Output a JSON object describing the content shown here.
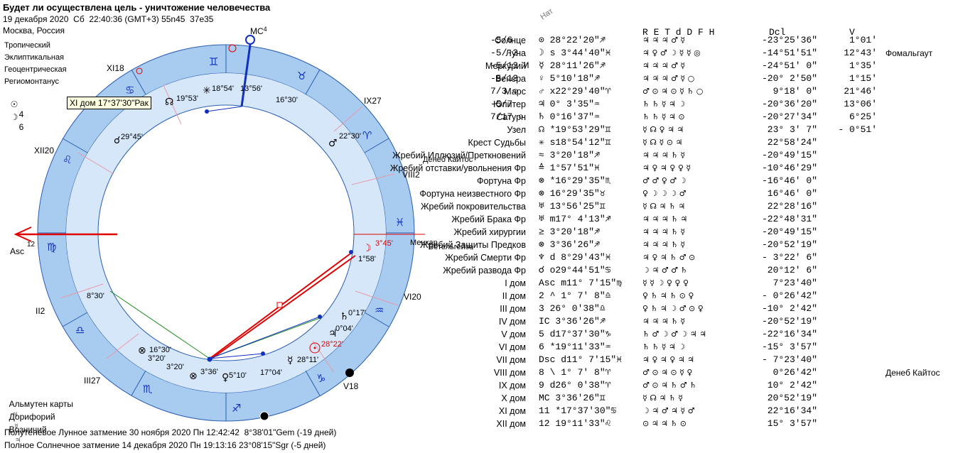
{
  "header": {
    "title": "Будет ли осуществлена цель - уничтожение человечества",
    "datetime": "19 декабря 2020  Сб  22:40:36 (GMT+3) 55n45  37e35",
    "place": "Москва, Россия"
  },
  "settings": [
    "Тропический",
    "Эклиптикальная",
    "Геоцентрическая",
    "Региомонтанус"
  ],
  "counts": [
    {
      "glyph": "☉",
      "value": "4"
    },
    {
      "glyph": "☽",
      "value": "6"
    }
  ],
  "tooltip": "XI дом 17°37'30\"Рак",
  "wheel": {
    "mc_label": "MC",
    "mc_sup": "4",
    "asc_label": "Asc",
    "asc_num": "12",
    "house_labels": [
      "XI18",
      "XII20",
      "II2",
      "III27",
      "IX27",
      "VIII2",
      "VI20",
      "V18"
    ],
    "inner_labels": [
      "19°53'",
      "18°54'",
      "13°56'",
      "16°30'",
      "22°30'",
      "29°45'",
      "8°30'",
      "3°45'",
      "1°58'",
      "0°17'",
      "0°04'",
      "28°22'",
      "28°11'",
      "17°04'",
      "5°10'",
      "3°36'",
      "3°20'",
      "3°20'",
      "16°30'"
    ],
    "stars": [
      "Денеб Кайтос",
      "Бетельгейзе",
      "Менкар"
    ]
  },
  "table": {
    "nat_label": "Нат",
    "col_headers": "R E T d D F H",
    "dcl_header": "Dcl",
    "v_header": "V",
    "rows": [
      {
        "name": "Солнце",
        "pos": "-5/6 ",
        "body": "⊙  28°22'20\"♐",
        "rulers": "♃ ♃  ♃ ♂ ☿",
        "dcl": "-23°25'36\"",
        "v": "1°01'",
        "extra": ""
      },
      {
        "name": "Луна",
        "pos": "-5/-2",
        "body": "☽ s 3°44'40\"♓",
        "rulers": "♃ ♀ ♂ ☽ ☿ ☿ ◎",
        "dcl": "-14°51'51\"",
        "v": "12°43'",
        "extra": "Фомальгаут"
      },
      {
        "name": "Меркурий",
        "pos": "-5/13 И",
        "body": "☿  28°11'26\"♐",
        "rulers": "♃ ♃  ♃ ♂ ☿",
        "dcl": "-24°51' 0\"",
        "v": "1°35'",
        "extra": ""
      },
      {
        "name": "Венера",
        "pos": "-5/13 ",
        "body": "♀   5°10'18\"♐",
        "rulers": "♃ ♃  ♃ ♂ ☿   ○",
        "dcl": "-20° 2'50\"",
        "v": "1°15'",
        "extra": ""
      },
      {
        "name": "Марс",
        "pos": "7/3 ○",
        "body": "♂ x22°29'40\"♈",
        "rulers": "♂ ⊙ ♃ ⊙ ☿ ♄ ○",
        "dcl": "9°18' 0\"",
        "v": "21°46'",
        "extra": ""
      },
      {
        "name": "Юпитер",
        "pos": "-5/7 ",
        "body": "♃   0° 3'35\"♒",
        "rulers": "♄ ♄  ☿ ♃ ☽",
        "dcl": "-20°36'20\"",
        "v": "13°06'",
        "extra": ""
      },
      {
        "name": "Сатурн",
        "pos": "7/17 ○",
        "body": "♄   0°16'37\"♒",
        "rulers": "♄ ♄  ☿ ♃ ⊙",
        "dcl": "-20°27'34\"",
        "v": "6°25'",
        "extra": ""
      },
      {
        "name": "Узел",
        "pos": "",
        "body": "☊ *19°53'29\"♊",
        "rulers": "☿ ☊  ♀ ♃ ♃",
        "dcl": "23° 3' 7\"",
        "v": "- 0°51'",
        "extra": ""
      },
      {
        "name": "Крест Судьбы",
        "pos": "",
        "body": "✳ s18°54'12\"♊",
        "rulers": "☿ ☊  ☿ ⊙ ♃",
        "dcl": "22°58'24\"",
        "v": "",
        "extra": ""
      },
      {
        "name": "Жребий Иллюзий/Преткновений",
        "pos": "",
        "body": "≈   3°20'18\"♐",
        "rulers": "♃ ♃  ♃ ♄ ☿",
        "dcl": "-20°49'15\"",
        "v": "",
        "extra": ""
      },
      {
        "name": "Жребий отставки/увольнения Фр",
        "pos": "",
        "body": "≙   1°57'51\"♓",
        "rulers": "♃ ♀ ♃ ♀ ♀ ☿",
        "dcl": "-10°46'29\"",
        "v": "",
        "extra": ""
      },
      {
        "name": "Фортуна Фр",
        "pos": "",
        "body": "⊗ *16°29'35\"♏",
        "rulers": "♂ ♂  ♀ ♂ ☽",
        "dcl": "-16°46' 0\"",
        "v": "",
        "extra": ""
      },
      {
        "name": "Фортуна неизвестного Фр",
        "pos": "",
        "body": "⊗  16°29'35\"♉",
        "rulers": "♀ ☽ ☽ ☽ ♂",
        "dcl": "16°46' 0\"",
        "v": "",
        "extra": ""
      },
      {
        "name": "Жребий покровительства",
        "pos": "",
        "body": "♅  13°56'25\"♊",
        "rulers": "☿ ☊  ♃ ♄ ♃",
        "dcl": "22°28'16\"",
        "v": "",
        "extra": ""
      },
      {
        "name": "Жребий Брака Фр",
        "pos": "",
        "body": "♅ m17° 4'13\"♐",
        "rulers": "♃ ♃  ♃ ♄ ♃",
        "dcl": "-22°48'31\"",
        "v": "",
        "extra": ""
      },
      {
        "name": "Жребий хирургии",
        "pos": "",
        "body": "≥   3°20'18\"♐",
        "rulers": "♃ ♃  ♃ ♄ ☿",
        "dcl": "-20°49'15\"",
        "v": "",
        "extra": ""
      },
      {
        "name": "Жребий Защиты Предков",
        "pos": "",
        "body": "⊗   3°36'26\"♐",
        "rulers": "♃ ♃  ♃ ♄ ☿",
        "dcl": "-20°52'19\"",
        "v": "",
        "extra": ""
      },
      {
        "name": "Жребий Смерти Фр",
        "pos": "",
        "body": "♆ d  8°29'43\"♓",
        "rulers": "♃ ♀ ♃ ♄ ♂ ⊙",
        "dcl": "- 3°22' 6\"",
        "v": "",
        "extra": ""
      },
      {
        "name": "Жребий развода Фр",
        "pos": "",
        "body": "☌ o29°44'51\"♋",
        "rulers": "☽ ♃ ♂ ♂ ♄",
        "dcl": "20°12' 6\"",
        "v": "",
        "extra": ""
      },
      {
        "name": "I дом",
        "pos": "",
        "body": "Asc m11° 7'15\"♍",
        "rulers": "☿ ☿ ☽ ♀ ♀ ♀",
        "dcl": "7°23'40\"",
        "v": "",
        "extra": ""
      },
      {
        "name": "II дом",
        "pos": "",
        "body": "2 ^  1° 7' 8\"♎",
        "rulers": "♀ ♄ ♃ ♄ ⊙ ♀",
        "dcl": "- 0°26'42\"",
        "v": "",
        "extra": ""
      },
      {
        "name": "III дом",
        "pos": "",
        "body": "3  26° 0'38\"♎",
        "rulers": "♀ ♄ ♃ ☽ ♂ ⊙ ♀",
        "dcl": "-10° 2'42\"",
        "v": "",
        "extra": ""
      },
      {
        "name": "IV дом",
        "pos": "",
        "body": "IC  3°36'26\"♐",
        "rulers": "♃ ♃  ♃ ♄ ☿",
        "dcl": "-20°52'19\"",
        "v": "",
        "extra": ""
      },
      {
        "name": "V дом",
        "pos": "",
        "body": "5 d17°37'30\"♑",
        "rulers": "♄ ♂ ☽ ♂ ☽ ♃ ♃",
        "dcl": "-22°16'34\"",
        "v": "",
        "extra": ""
      },
      {
        "name": "VI дом",
        "pos": "",
        "body": "6 *19°11'33\"♒",
        "rulers": "♄ ♄  ☿ ♃ ☽",
        "dcl": "-15° 3'57\"",
        "v": "",
        "extra": ""
      },
      {
        "name": "VII дом",
        "pos": "",
        "body": "Dsc d11° 7'15\"♓",
        "rulers": "♃ ♀ ♃ ♀ ♃ ♃",
        "dcl": "- 7°23'40\"",
        "v": "",
        "extra": ""
      },
      {
        "name": "VIII дом",
        "pos": "",
        "body": "8 \\  1° 7' 8\"♈",
        "rulers": "♂ ⊙ ♃ ⊙ ☿ ♀",
        "dcl": "0°26'42\"",
        "v": "",
        "extra": "Денеб Кайтос"
      },
      {
        "name": "IX дом",
        "pos": "",
        "body": "9 d26° 0'38\"♈",
        "rulers": "♂ ⊙ ♃ ♄ ♂ ♄",
        "dcl": "10° 2'42\"",
        "v": "",
        "extra": ""
      },
      {
        "name": "X дом",
        "pos": "",
        "body": "MC  3°36'26\"♊",
        "rulers": "☿ ☊  ♃ ♄ ☿",
        "dcl": "20°52'19\"",
        "v": "",
        "extra": ""
      },
      {
        "name": "XI дом",
        "pos": "",
        "body": "11 *17°37'30\"♋",
        "rulers": "☽ ♃ ♂ ♃ ☿ ♂",
        "dcl": "22°16'34\"",
        "v": "",
        "extra": ""
      },
      {
        "name": "XII дом",
        "pos": "",
        "body": "12  19°11'33\"♌",
        "rulers": "⊙ ♃  ♃ ♄ ⊙",
        "dcl": "15° 3'57\"",
        "v": "",
        "extra": ""
      }
    ]
  },
  "footer": {
    "almuten_label": "Альмутен карты",
    "almuten_value": "♃",
    "doriforiy_label": "Дорифорий",
    "doriforiy_value": "☿",
    "voznichiy_label": "Возничий",
    "voznichiy_value": "♃",
    "eclipse1": "Полутеневое Лунное затмение 30 ноября 2020 Пн 12:42:42  8°38'01\"Gem (-19 дней)",
    "eclipse2": "Полное Солнечное затмение 14 декабря 2020 Пн 19:13:16 23°08'15\"Sgr (-5 дней)"
  },
  "colors": {
    "ring_outer": "#9fc5ef",
    "ring_inner": "#cfe2f7",
    "red": "#e00000",
    "green": "#1a8a1a",
    "blue": "#1030c0"
  }
}
